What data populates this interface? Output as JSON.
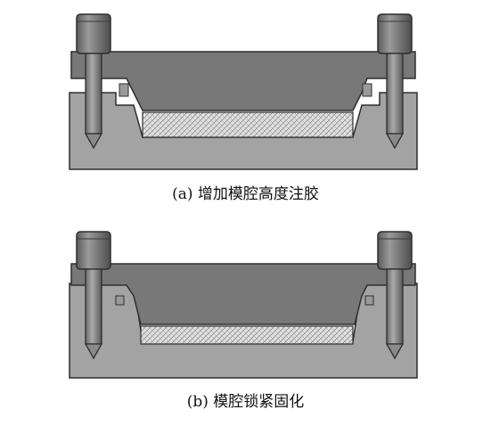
{
  "figures": [
    {
      "id": "a",
      "caption": "(a) 增加模腔高度注胶"
    },
    {
      "id": "b",
      "caption": "(b) 模腔锁紧固化"
    }
  ],
  "colors": {
    "mold_base": "#a3a3a3",
    "mold_upper": "#787878",
    "bolt_head": "#6e6e6e",
    "bolt_shank": "#8a8a8a",
    "outline": "#2e2e2e",
    "adhesive_fill": "#e2e2e2",
    "adhesive_hatch": "#8c8c8c"
  }
}
